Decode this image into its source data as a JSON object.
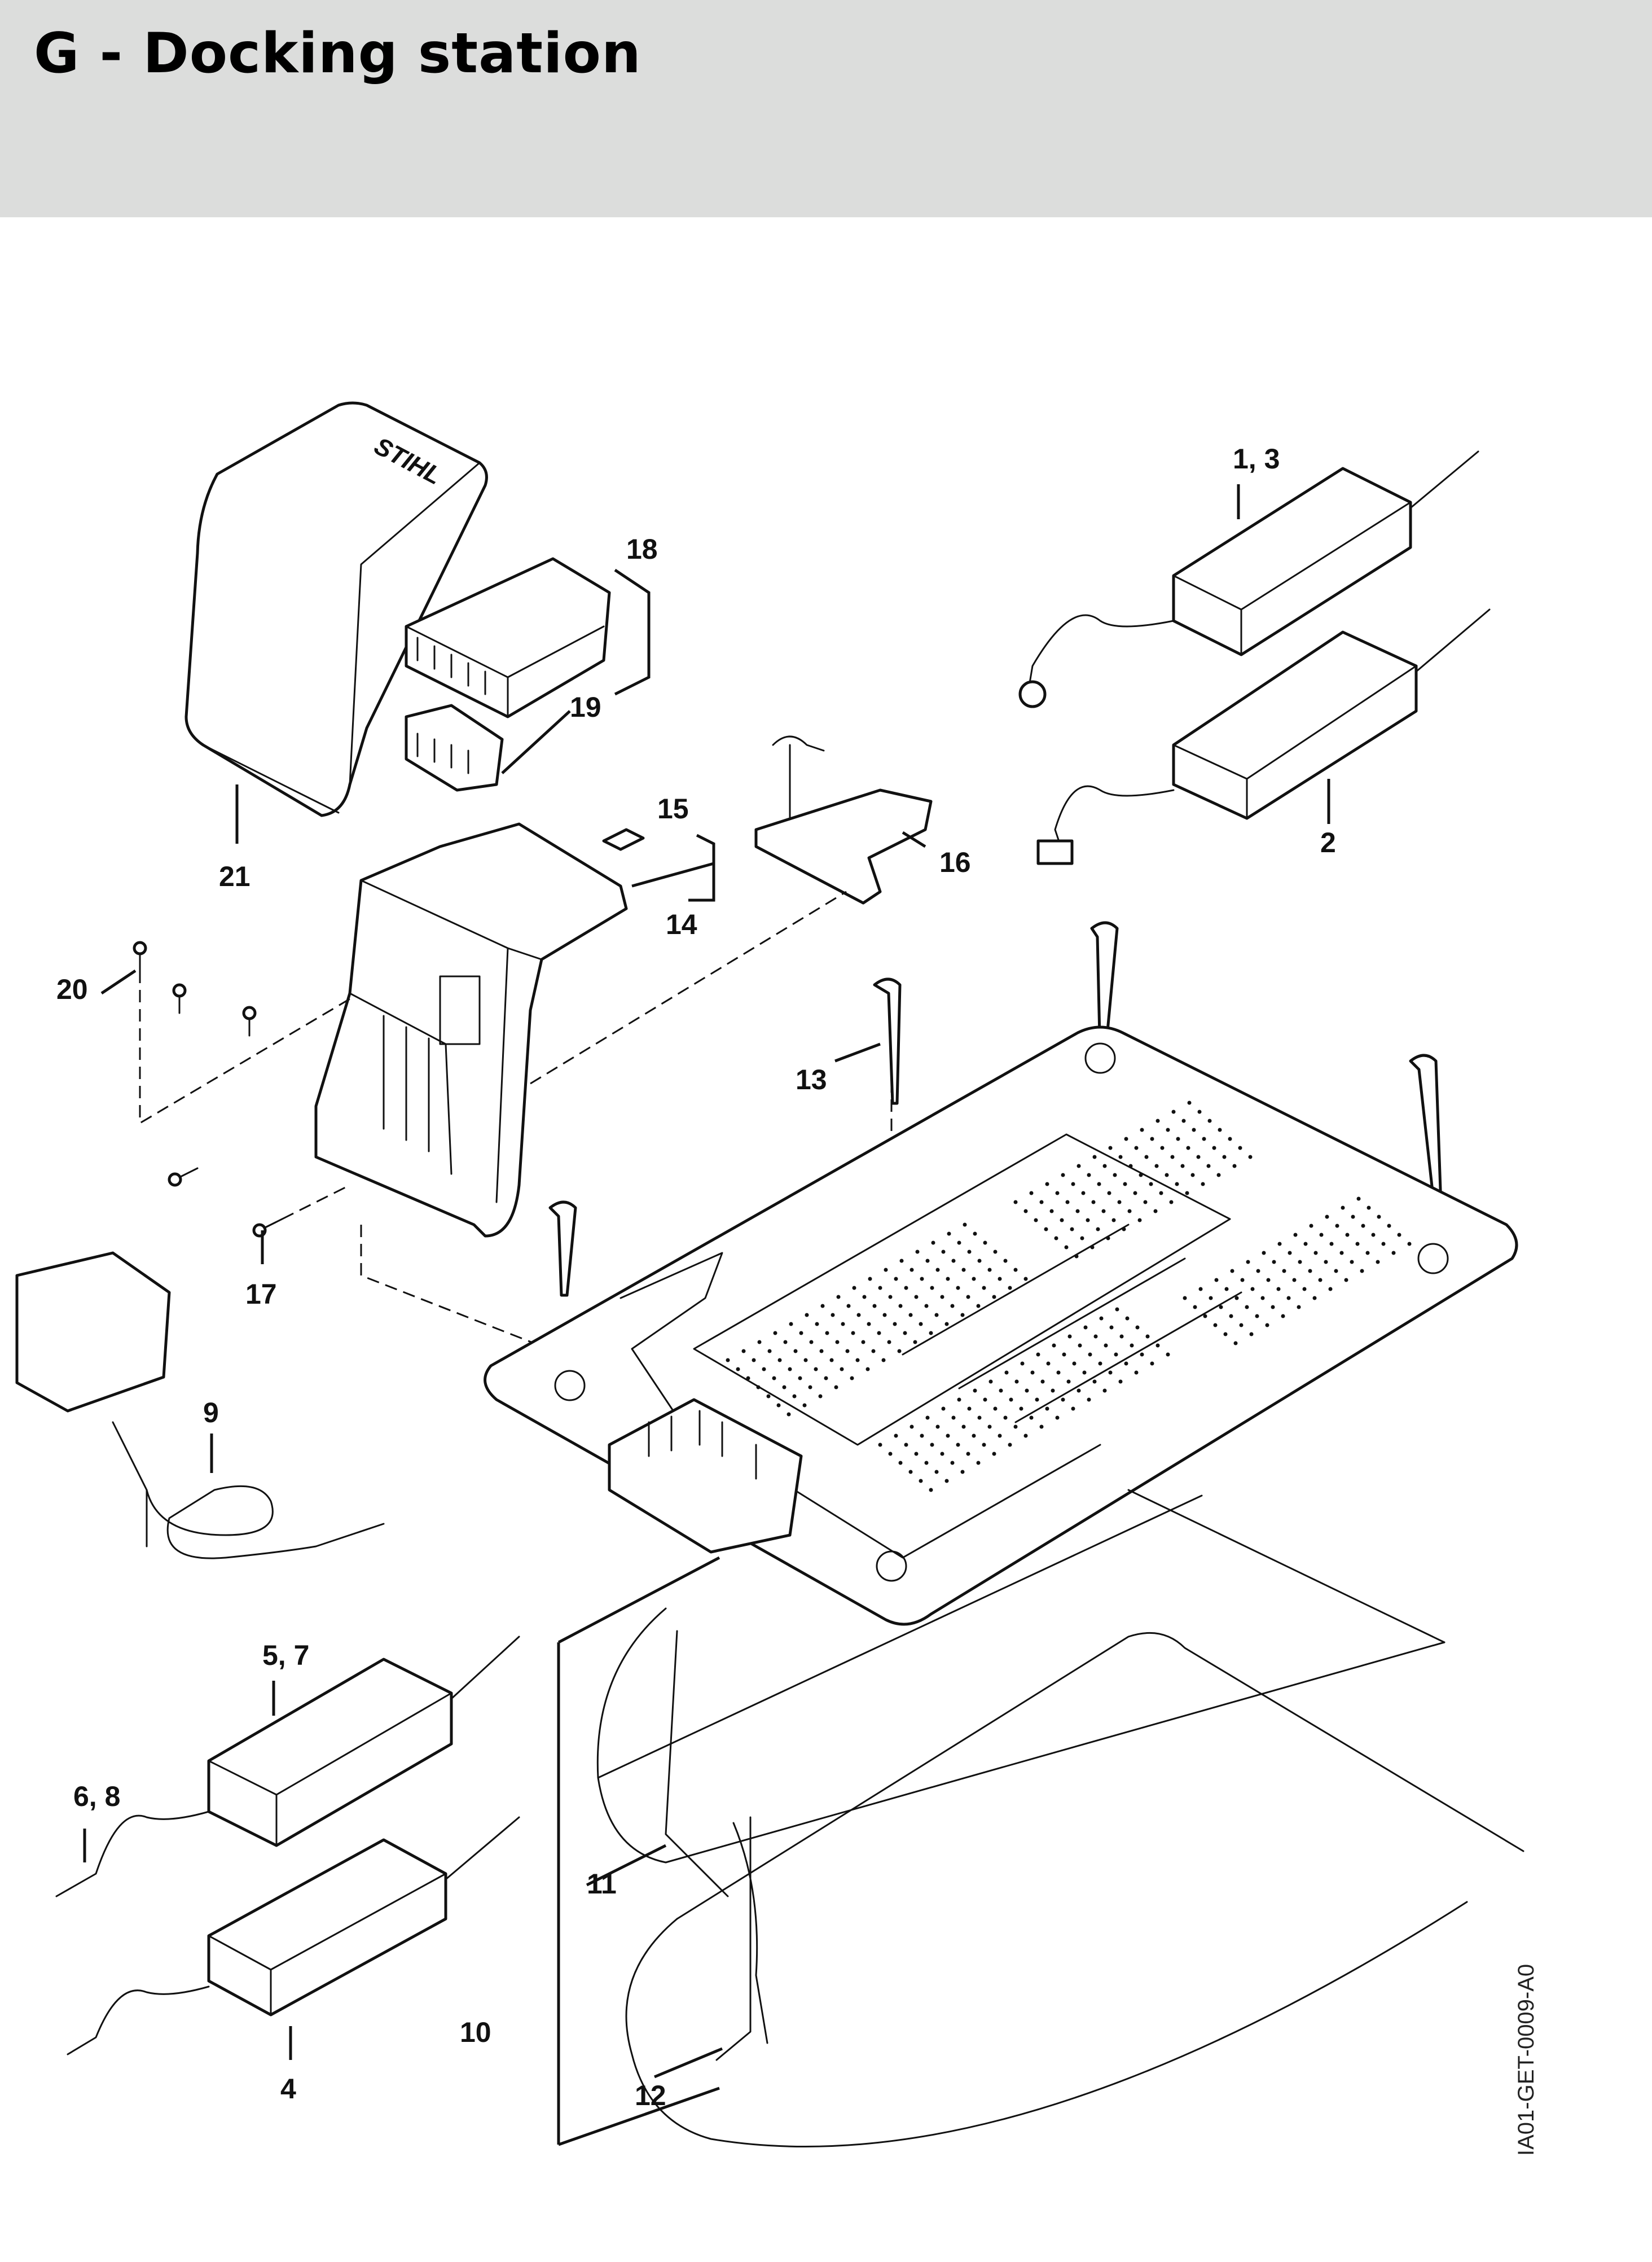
{
  "header": {
    "title": "G - Docking station"
  },
  "drawing_code": "IA01-GET-0009-A0",
  "cover_logo": "STIHL",
  "callouts": {
    "c1_3": "1, 3",
    "c2": "2",
    "c4": "4",
    "c5_7": "5, 7",
    "c6_8": "6, 8",
    "c9": "9",
    "c10": "10",
    "c11": "11",
    "c12": "12",
    "c13": "13",
    "c14": "14",
    "c15": "15",
    "c16": "16",
    "c17": "17",
    "c18": "18",
    "c19": "19",
    "c20": "20",
    "c21": "21"
  }
}
